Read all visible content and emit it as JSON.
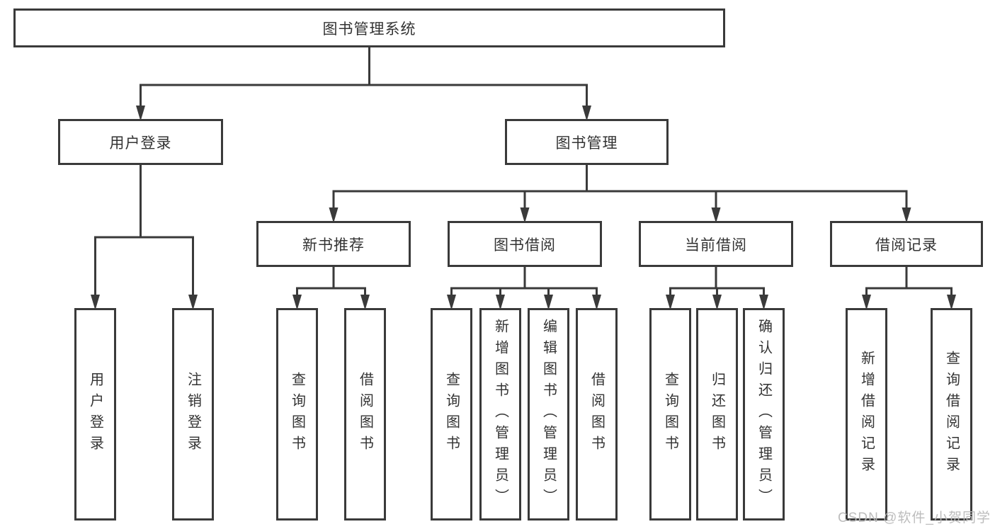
{
  "tree": {
    "root": {
      "label": "图书管理系统"
    },
    "branches": [
      {
        "label": "用户登录",
        "leaves": [
          "用户登录",
          "注销登录"
        ]
      },
      {
        "label": "图书管理",
        "children": [
          {
            "label": "新书推荐",
            "leaves": [
              "查询图书",
              "借阅图书"
            ]
          },
          {
            "label": "图书借阅",
            "leaves": [
              "查询图书",
              "新增图书（管理员）",
              "编辑图书（管理员）",
              "借阅图书"
            ]
          },
          {
            "label": "当前借阅",
            "leaves": [
              "查询图书",
              "归还图书",
              "确认归还（管理员）"
            ]
          },
          {
            "label": "借阅记录",
            "leaves": [
              "新增借阅记录",
              "查询借阅记录"
            ]
          }
        ]
      }
    ]
  },
  "watermark": "CSDN @软件_小贺同学",
  "colors": {
    "line": "#3a3a3a",
    "text": "#333333",
    "background": "#ffffff",
    "watermark": "#b9b9b9"
  }
}
